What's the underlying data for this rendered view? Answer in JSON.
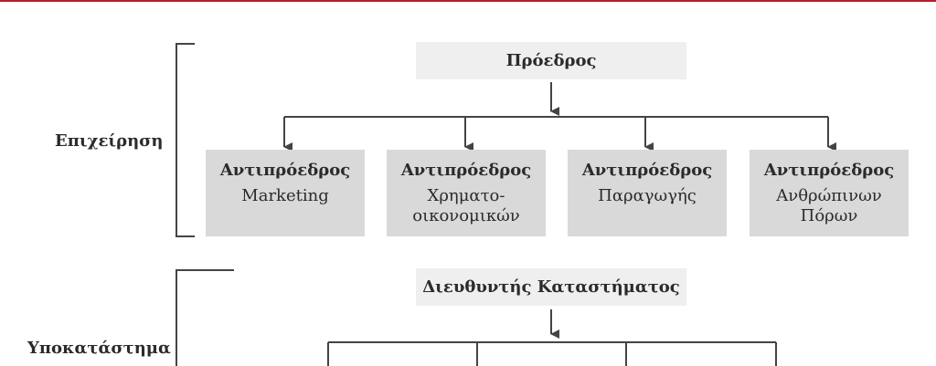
{
  "sections": [
    {
      "label": "Επιχείρηση",
      "head": "Πρόεδρος",
      "children": [
        {
          "title": "Αντιπρόεδρος",
          "lines": [
            "Marketing"
          ]
        },
        {
          "title": "Αντιπρόεδρος",
          "lines": [
            "Χρηματο-",
            "οικονομικών"
          ]
        },
        {
          "title": "Αντιπρόεδρος",
          "lines": [
            "Παραγωγής"
          ]
        },
        {
          "title": "Αντιπρόεδρος",
          "lines": [
            "Ανθρώπινων",
            "Πόρων"
          ]
        }
      ]
    },
    {
      "label": "Υποκατάστημα",
      "head": "Διευθυντής Καταστήματος",
      "children": []
    }
  ],
  "colors": {
    "accent_rule": "#b01f2e",
    "top_box": "#efefef",
    "child_box": "#d9d9d9",
    "lines": "#444444"
  }
}
